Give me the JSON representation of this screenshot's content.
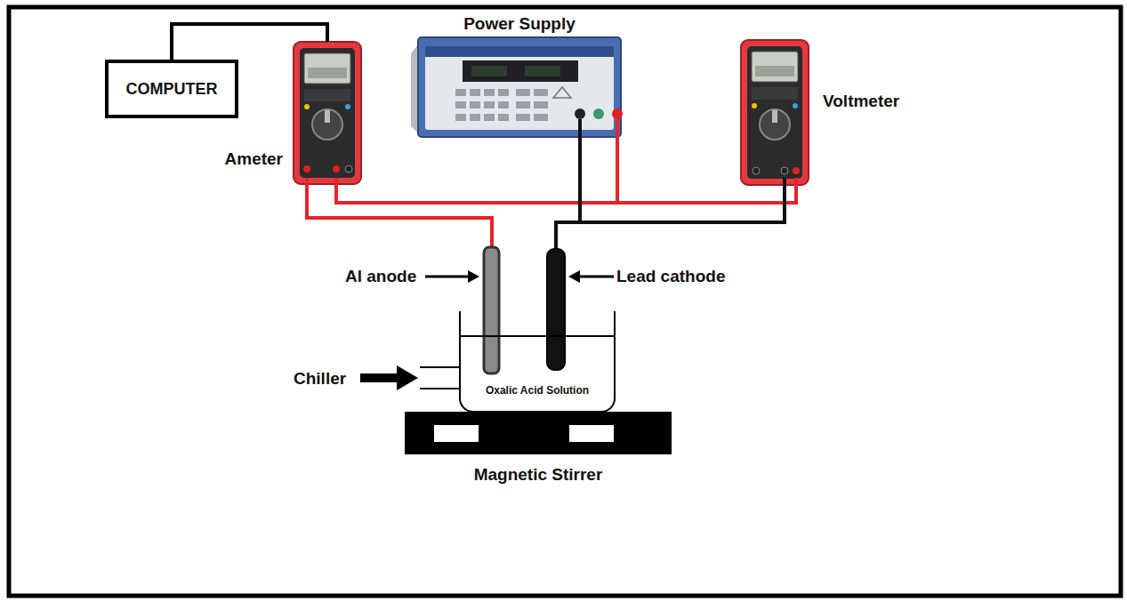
{
  "diagram": {
    "nodes": [
      {
        "text": [
          "COMPUTER"
        ]
      },
      {
        "text": [
          "Ameter"
        ]
      },
      {
        "text": [
          "Power Supply"
        ]
      },
      {
        "text": [
          "Voltmeter"
        ]
      },
      {
        "text": [
          "Oxalic Acid Solution"
        ]
      },
      {
        "text": [
          "Magnetic Stirrer"
        ]
      }
    ],
    "edges": [
      {
        "from": 0,
        "to": 1,
        "arrow": "none"
      }
    ],
    "labels": [
      "Al anode",
      "Lead cathode",
      "Chiller"
    ]
  }
}
